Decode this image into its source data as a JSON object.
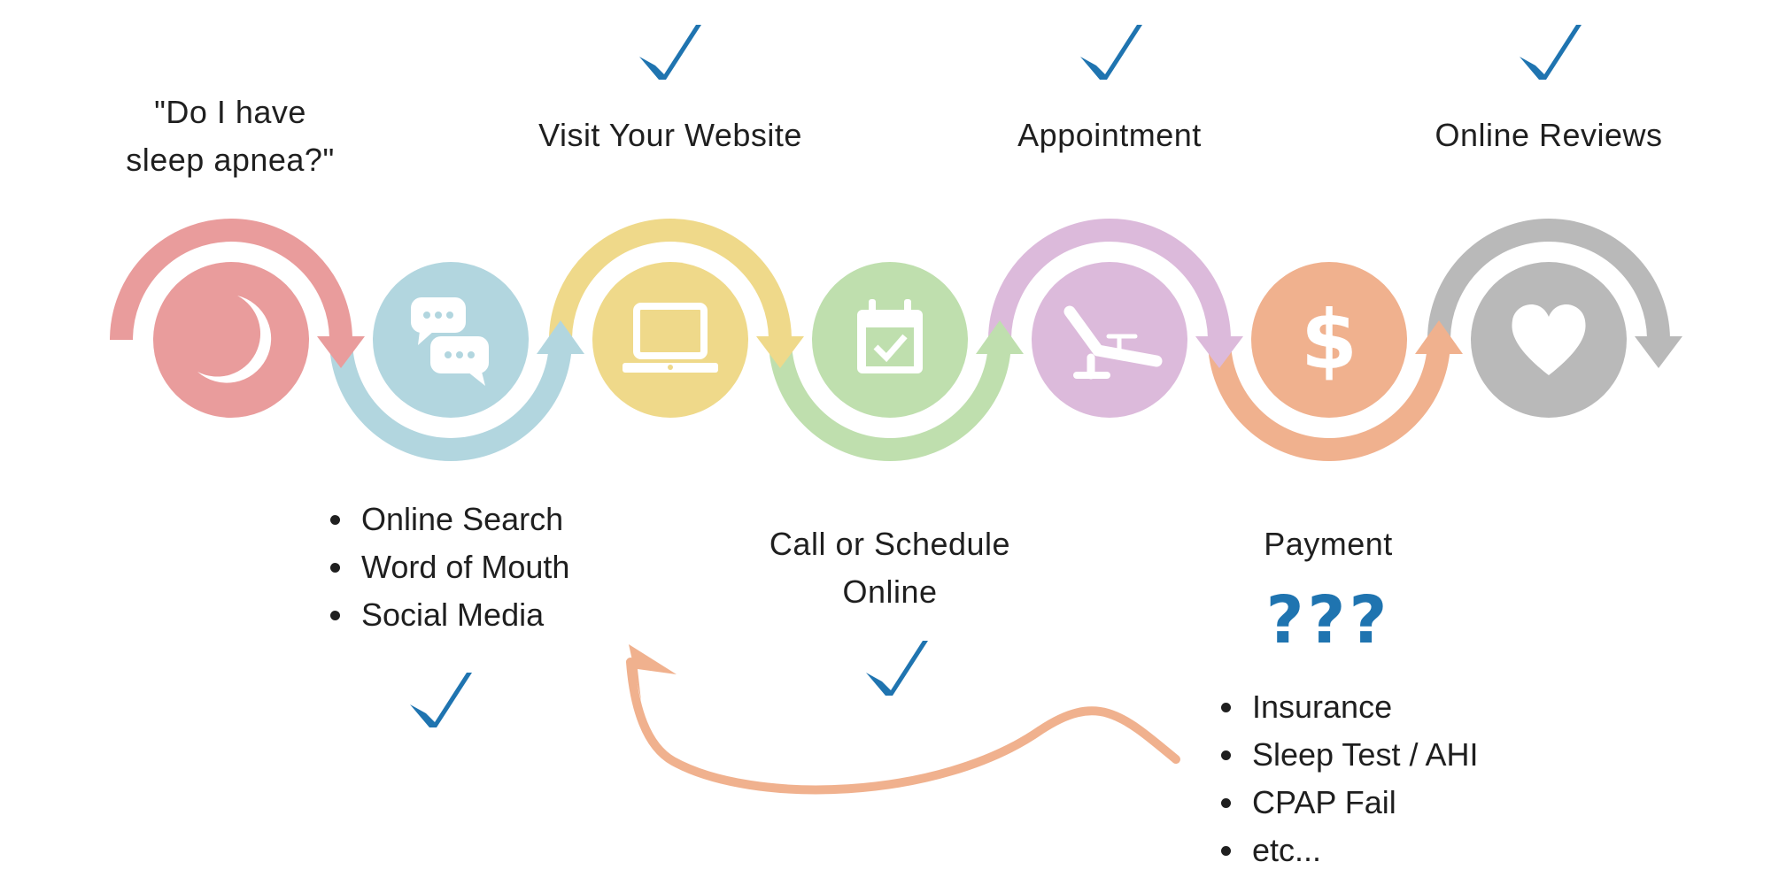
{
  "steps": [
    {
      "id": "question",
      "label_lines": [
        "\"Do I have",
        "sleep apnea?\""
      ],
      "icon": "moon-icon",
      "color": "#e99c9c",
      "checked": false
    },
    {
      "id": "search",
      "bullets": [
        "Online Search",
        "Word of Mouth",
        "Social Media"
      ],
      "icon": "chat-bubbles-icon",
      "color": "#b2d6df",
      "checked": true
    },
    {
      "id": "website",
      "label": "Visit Your Website",
      "icon": "laptop-icon",
      "color": "#efd98a",
      "checked": true
    },
    {
      "id": "schedule",
      "label_lines": [
        "Call or Schedule",
        "Online"
      ],
      "icon": "calendar-check-icon",
      "color": "#bfdfae",
      "checked": true
    },
    {
      "id": "appointment",
      "label": "Appointment",
      "icon": "dental-chair-icon",
      "color": "#dcbadb",
      "checked": true
    },
    {
      "id": "payment",
      "label": "Payment",
      "unknown": "???",
      "bullets": [
        "Insurance",
        "Sleep Test / AHI",
        "CPAP Fail",
        "etc..."
      ],
      "icon": "dollar-icon",
      "color": "#f0b18e",
      "checked": false
    },
    {
      "id": "reviews",
      "label": "Online Reviews",
      "icon": "heart-icon",
      "color": "#b9b9b9",
      "checked": true
    }
  ],
  "colors": {
    "check": "#1f74b0",
    "text": "#1f1f1f",
    "return_arrow": "#f0b18e",
    "question_marks": "#1f74b0"
  }
}
